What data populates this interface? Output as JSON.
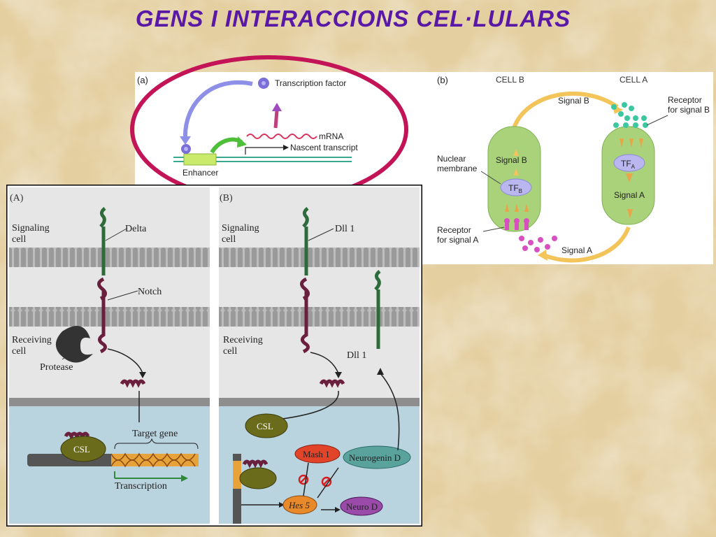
{
  "title": "GENS I INTERACCIONS CEL·LULARS",
  "panel_a": {
    "label": "(a)",
    "transcription_factor": "Transcription factor",
    "mrna": "mRNA",
    "nascent_transcript": "Nascent transcript",
    "enhancer": "Enhancer"
  },
  "panel_b": {
    "label": "(b)",
    "cell_b": "CELL B",
    "cell_a": "CELL A",
    "signal_b_top": "Signal B",
    "receptor_b_line1": "Receptor",
    "receptor_b_line2": "for signal B",
    "nuclear_line1": "Nuclear",
    "nuclear_line2": "membrane",
    "signal_b_in": "Signal B",
    "tf_b": "TF",
    "tf_b_sub": "B",
    "tf_a": "TF",
    "tf_a_sub": "A",
    "signal_a_in": "Signal A",
    "receptor_a_line1": "Receptor",
    "receptor_a_line2": "for signal A",
    "signal_a_bottom": "Signal A"
  },
  "panel_A": {
    "label": "(A)",
    "signaling_line1": "Signaling",
    "signaling_line2": "cell",
    "delta": "Delta",
    "notch": "Notch",
    "receiving_line1": "Receiving",
    "receiving_line2": "cell",
    "protease": "Protease",
    "csl": "CSL",
    "target_gene": "Target gene",
    "transcription": "Transcription"
  },
  "panel_B": {
    "label": "(B)",
    "signaling_line1": "Signaling",
    "signaling_line2": "cell",
    "dll1_top": "Dll 1",
    "receiving_line1": "Receiving",
    "receiving_line2": "cell",
    "dll1_right": "Dll 1",
    "csl": "CSL",
    "mash1": "Mash 1",
    "neurogenin": "Neurogenin D",
    "hes5": "Hes 5",
    "neurod": "Neuro D"
  },
  "colors": {
    "title": "#5a18a6",
    "ellipse": "#c21457",
    "cell_green": "#a9d27a",
    "membrane": "#8f8f8f",
    "nucleus_blue": "#b9d3df"
  }
}
